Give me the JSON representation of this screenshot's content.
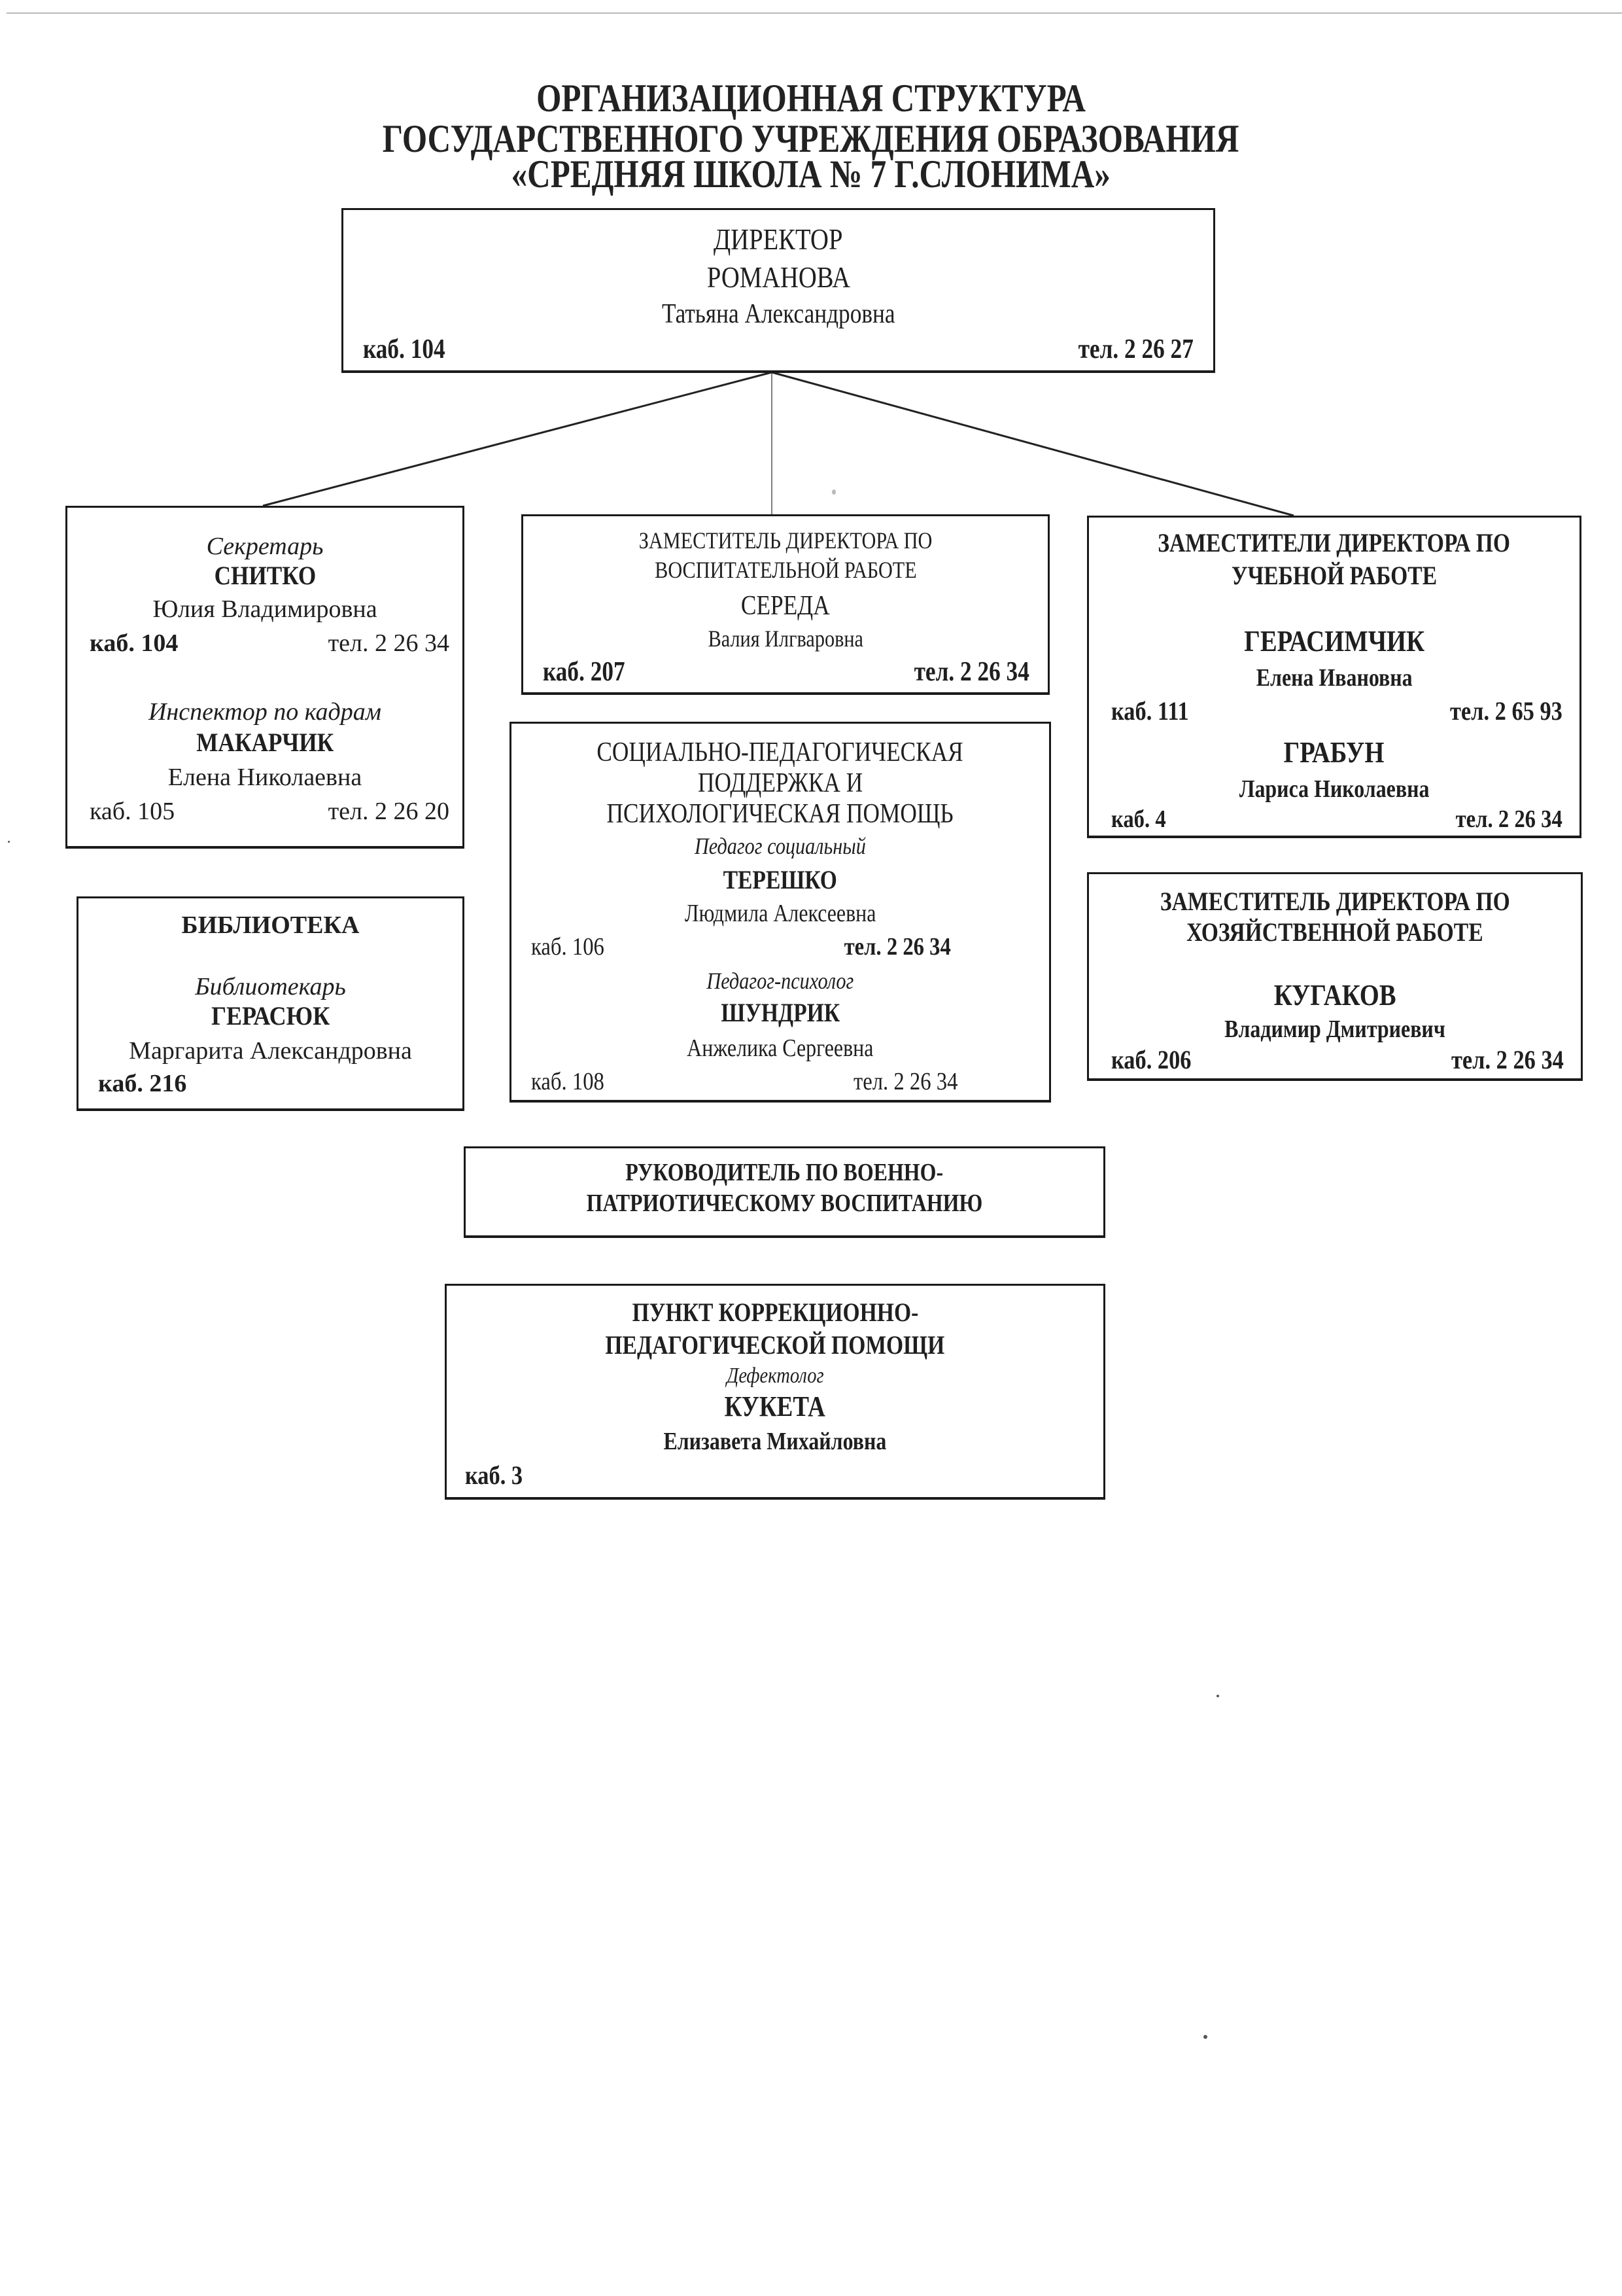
{
  "document": {
    "title_lines": [
      "ОРГАНИЗАЦИОННАЯ СТРУКТУРА",
      "ГОСУДАРСТВЕННОГО УЧРЕЖДЕНИЯ ОБРАЗОВАНИЯ",
      "«СРЕДНЯЯ ШКОЛА № 7 Г.СЛОНИМА»"
    ]
  },
  "director": {
    "position": "ДИРЕКТОР",
    "surname": "РОМАНОВА",
    "given_names": "Татьяна Александровна",
    "room": "каб. 104",
    "phone": "тел. 2 26 27"
  },
  "secretary_box": {
    "people": [
      {
        "role": "Секретарь",
        "surname": "СНИТКО",
        "given_names": "Юлия Владимировна",
        "room": "каб. 104",
        "phone": "тел. 2 26 34"
      },
      {
        "role": "Инспектор по кадрам",
        "surname": "МАКАРЧИК",
        "given_names": "Елена Николаевна",
        "room": "каб. 105",
        "phone": "тел. 2 26 20"
      }
    ]
  },
  "library": {
    "heading": "БИБЛИОТЕКА",
    "role": "Библиотекарь",
    "surname": "ГЕРАСЮК",
    "given_names": "Маргарита Александровна",
    "room": "каб. 216"
  },
  "deputy_upbringing": {
    "heading_lines": [
      "ЗАМЕСТИТЕЛЬ ДИРЕКТОРА ПО",
      "ВОСПИТАТЕЛЬНОЙ РАБОТЕ"
    ],
    "surname": "СЕРЕДА",
    "given_names": "Валия Илгваровна",
    "room": "каб. 207",
    "phone": "тел. 2 26 34"
  },
  "social_support": {
    "heading_lines": [
      "СОЦИАЛЬНО-ПЕДАГОГИЧЕСКАЯ",
      "ПОДДЕРЖКА И",
      "ПСИХОЛОГИЧЕСКАЯ ПОМОЩЬ"
    ],
    "people": [
      {
        "role": "Педагог социальный",
        "surname": "ТЕРЕШКО",
        "given_names": "Людмила Алексеевна",
        "room": "каб. 106",
        "phone": "тел. 2 26 34"
      },
      {
        "role": "Педагог-психолог",
        "surname": "ШУНДРИК",
        "given_names": "Анжелика Сергеевна",
        "room": "каб. 108",
        "phone": "тел. 2 26 34"
      }
    ]
  },
  "deputy_education": {
    "heading_lines": [
      "ЗАМЕСТИТЕЛИ ДИРЕКТОРА ПО",
      "УЧЕБНОЙ РАБОТЕ"
    ],
    "people": [
      {
        "surname": "ГЕРАСИМЧИК",
        "given_names": "Елена Ивановна",
        "room": "каб. 111",
        "phone": "тел. 2 65 93"
      },
      {
        "surname": "ГРАБУН",
        "given_names": "Лариса Николаевна",
        "room": "каб. 4",
        "phone": "тел. 2 26 34"
      }
    ]
  },
  "deputy_household": {
    "heading_lines": [
      "ЗАМЕСТИТЕЛЬ ДИРЕКТОРА ПО",
      "ХОЗЯЙСТВЕННОЙ РАБОТЕ"
    ],
    "surname": "КУГАКОВ",
    "given_names": "Владимир Дмитриевич",
    "room": "каб. 206",
    "phone": "тел. 2 26 34"
  },
  "military": {
    "heading_lines": [
      "РУКОВОДИТЕЛЬ ПО ВОЕННО-",
      "ПАТРИОТИЧЕСКОМУ ВОСПИТАНИЮ"
    ]
  },
  "correction": {
    "heading_lines": [
      "ПУНКТ КОРРЕКЦИОННО-",
      "ПЕДАГОГИЧЕСКОЙ ПОМОЩИ"
    ],
    "role": "Дефектолог",
    "surname": "КУКЕТА",
    "given_names": "Елизавета Михайловна",
    "room": "каб. 3"
  },
  "colors": {
    "ink": "#1f1f1f",
    "border": "#1a1a1a",
    "paper": "#ffffff"
  }
}
